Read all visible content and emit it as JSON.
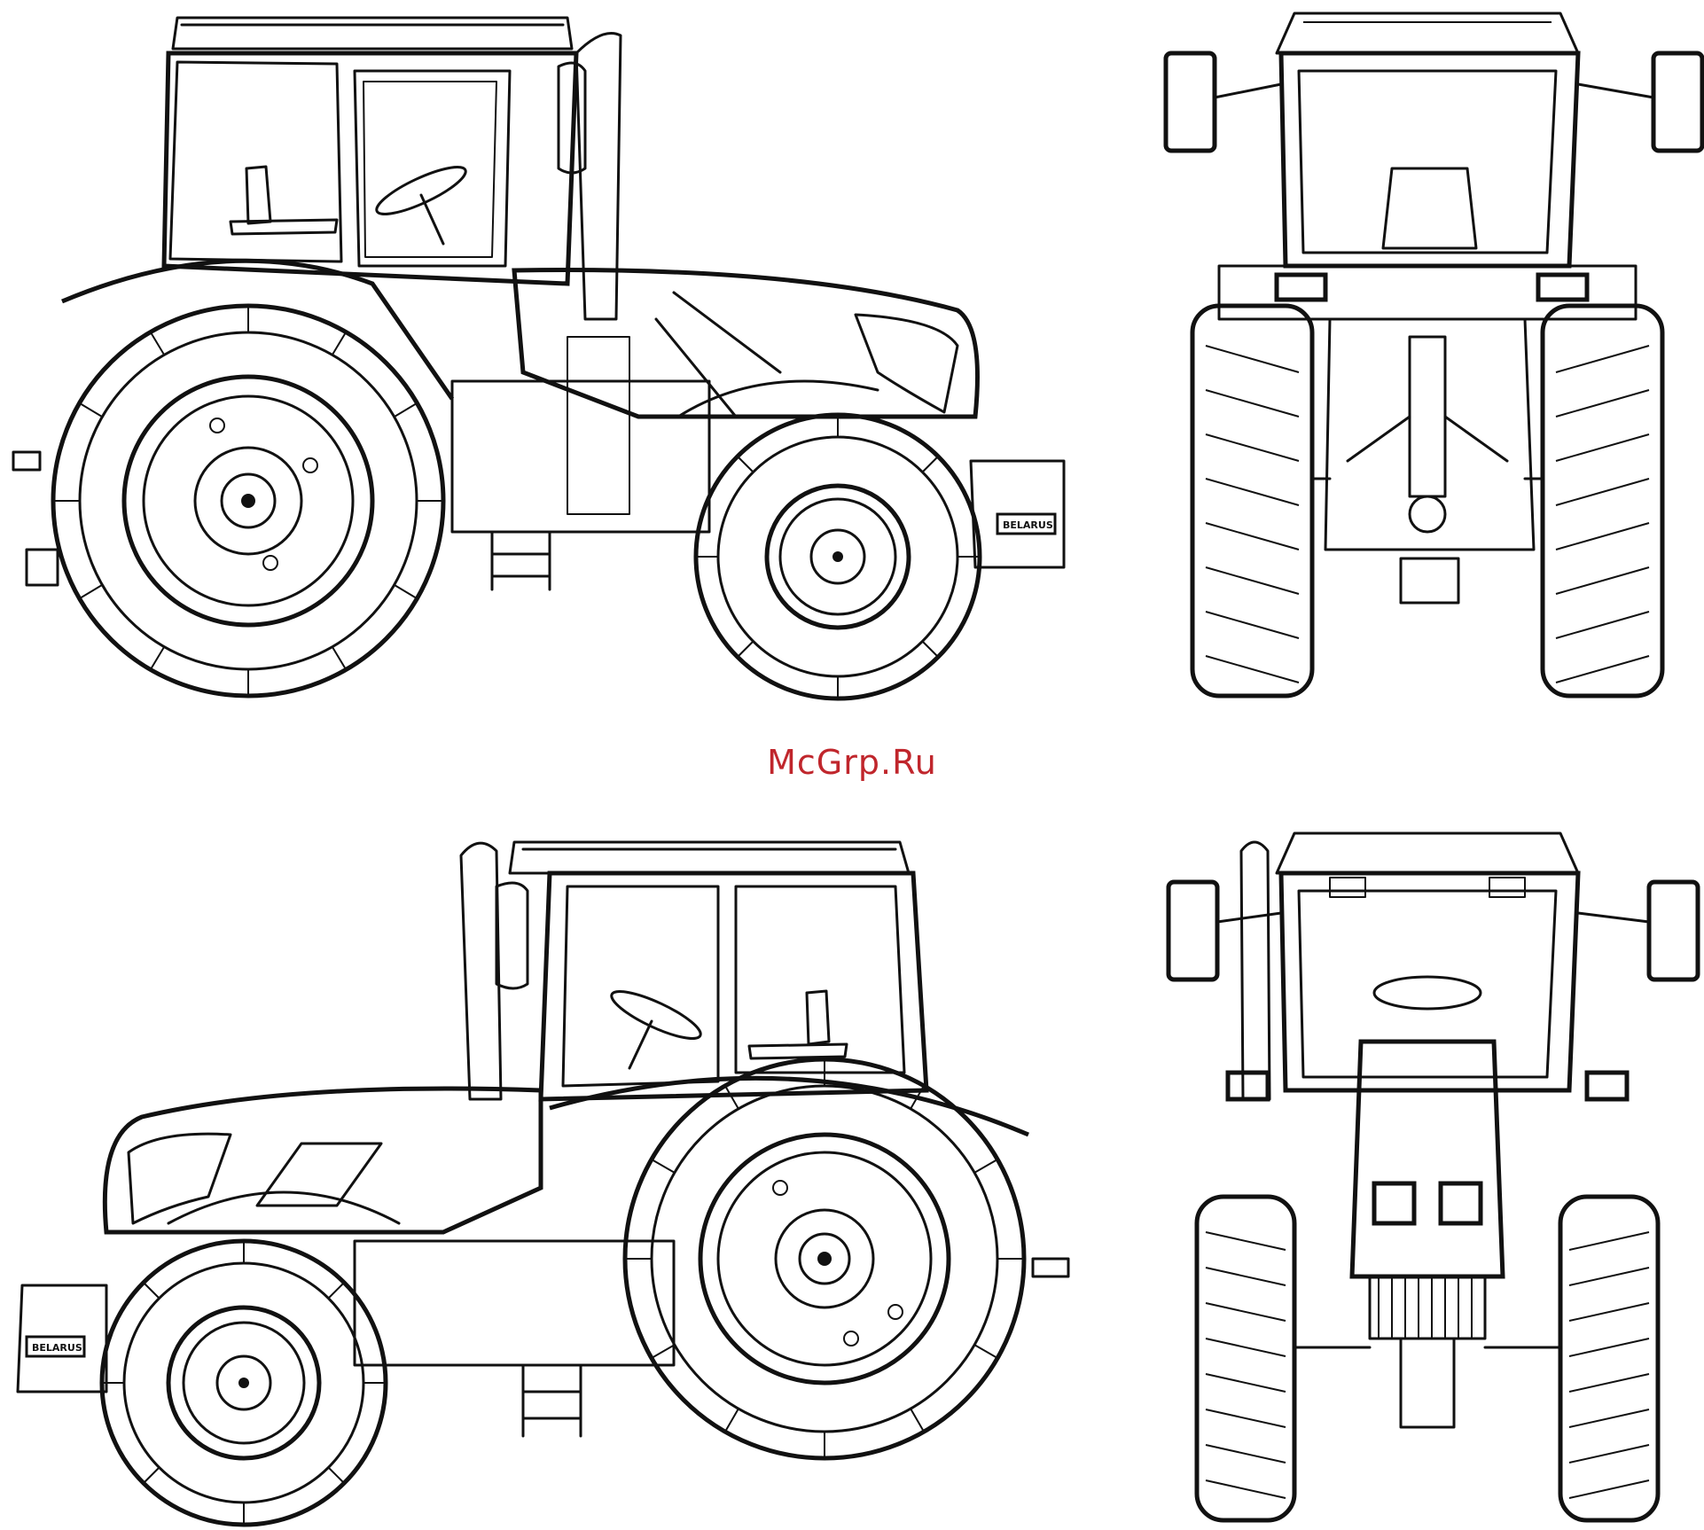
{
  "watermark": {
    "text": "McGrp.Ru",
    "color": "#c0262c"
  },
  "badges": {
    "top_side": "BELARUS",
    "bottom_side": "BELARUS"
  },
  "colors": {
    "line": "#111111",
    "background": "#ffffff"
  }
}
